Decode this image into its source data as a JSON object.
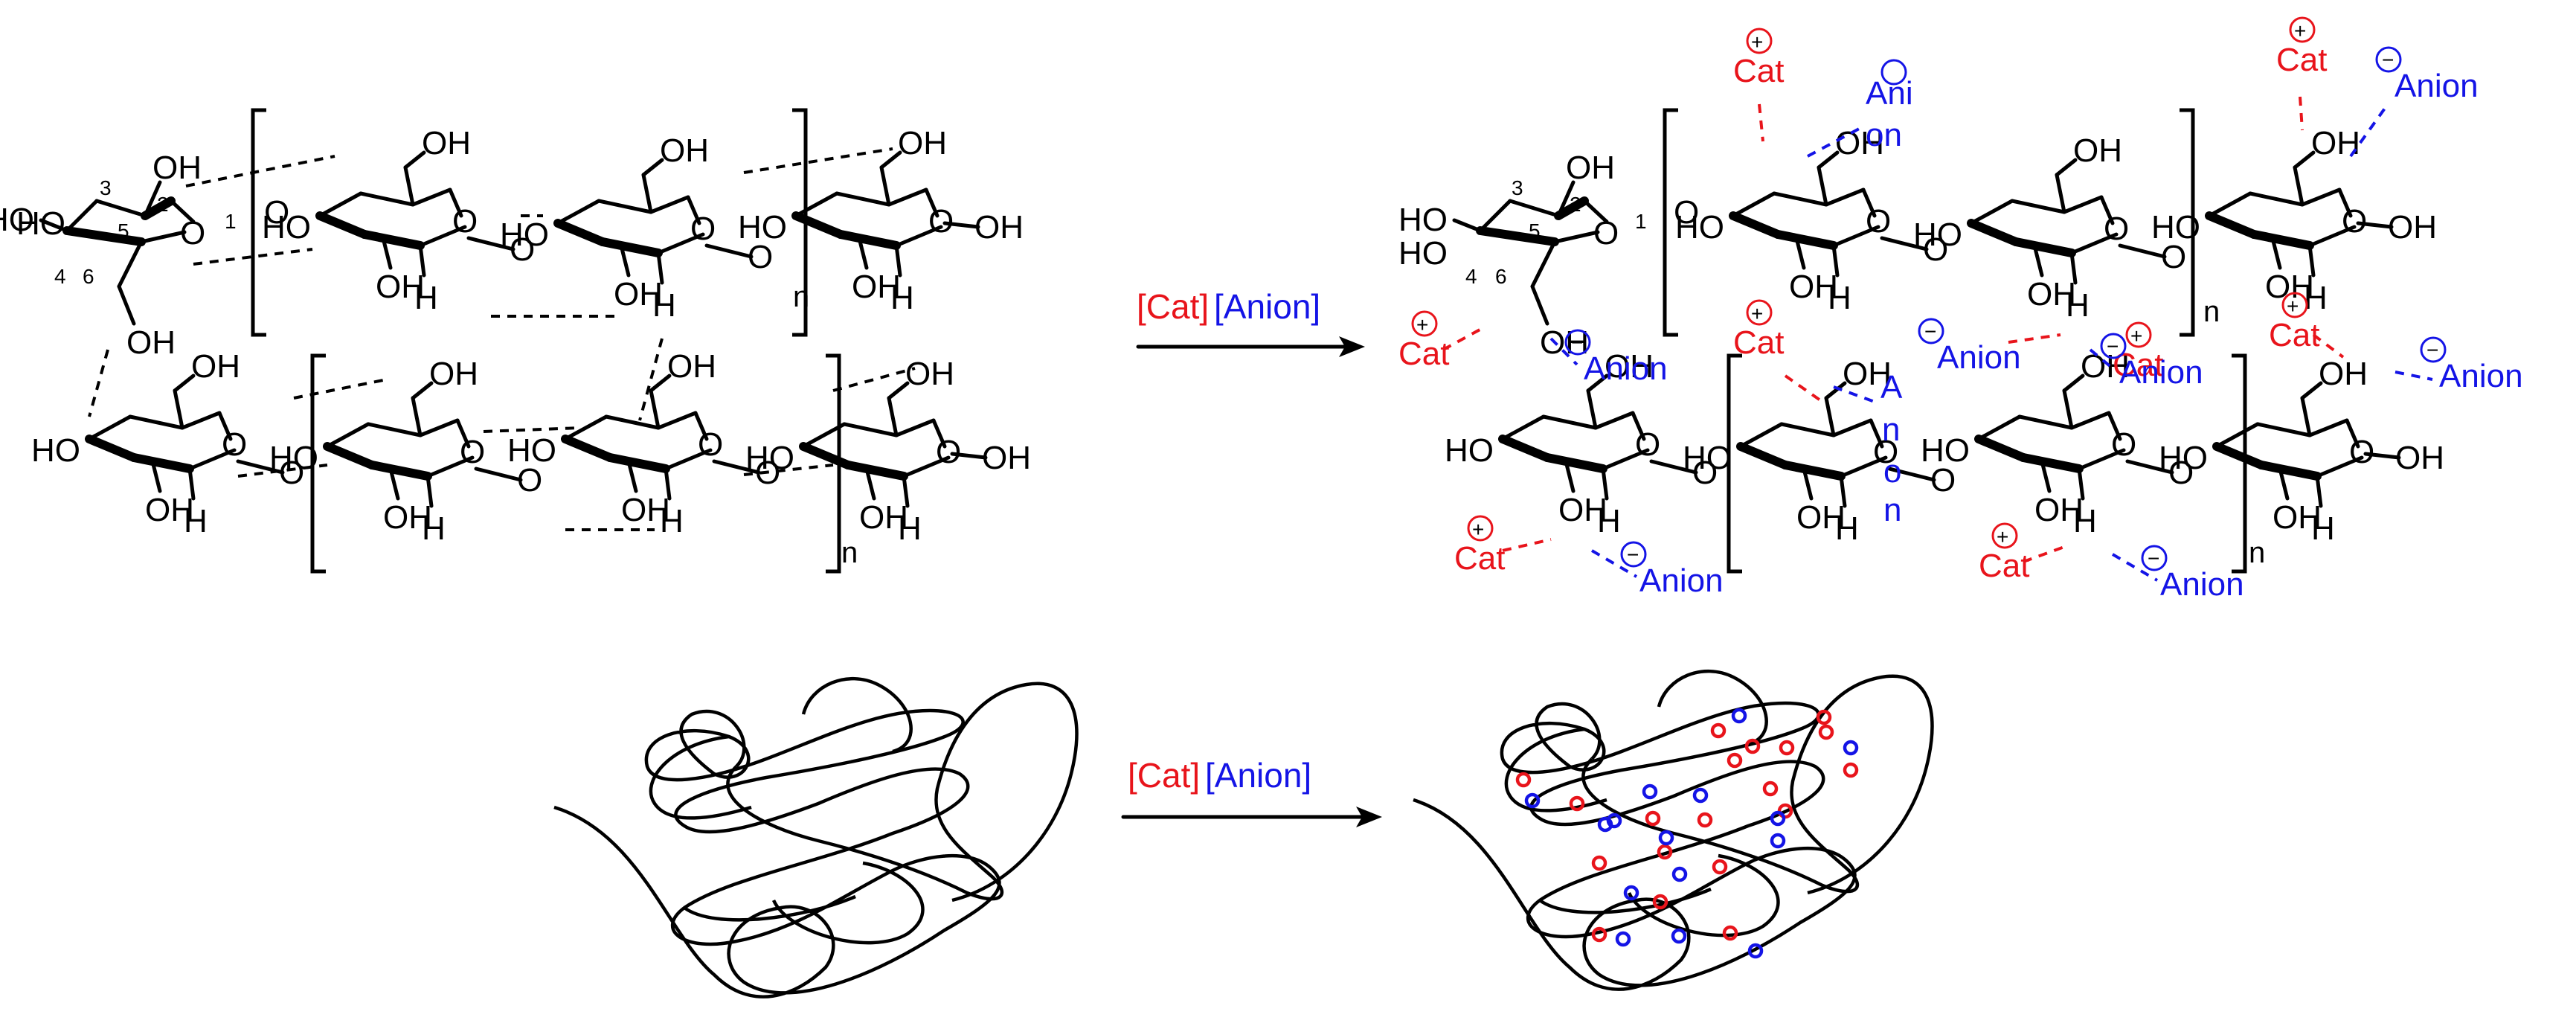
{
  "colors": {
    "cation": "#e8141b",
    "anion": "#1414e6",
    "ink": "#000000",
    "background": "#ffffff"
  },
  "reagent": {
    "cat_part": "[Cat]",
    "anion_part": "[Anion]"
  },
  "ion_labels": {
    "cation": "Cat",
    "anion": "Anion",
    "cation_charge": "+",
    "anion_charge": "−",
    "split_anion_a": [
      "Ani",
      "on"
    ],
    "split_anion_b": [
      "A",
      "n",
      "o",
      "n"
    ]
  },
  "atoms": {
    "hydroxyl": "OH",
    "hydroxyl_left": "HO",
    "oxygen": "O",
    "hydrogen": "H",
    "repeat": "n"
  },
  "carbon_numbers": [
    "1",
    "2",
    "3",
    "4",
    "5",
    "6"
  ]
}
